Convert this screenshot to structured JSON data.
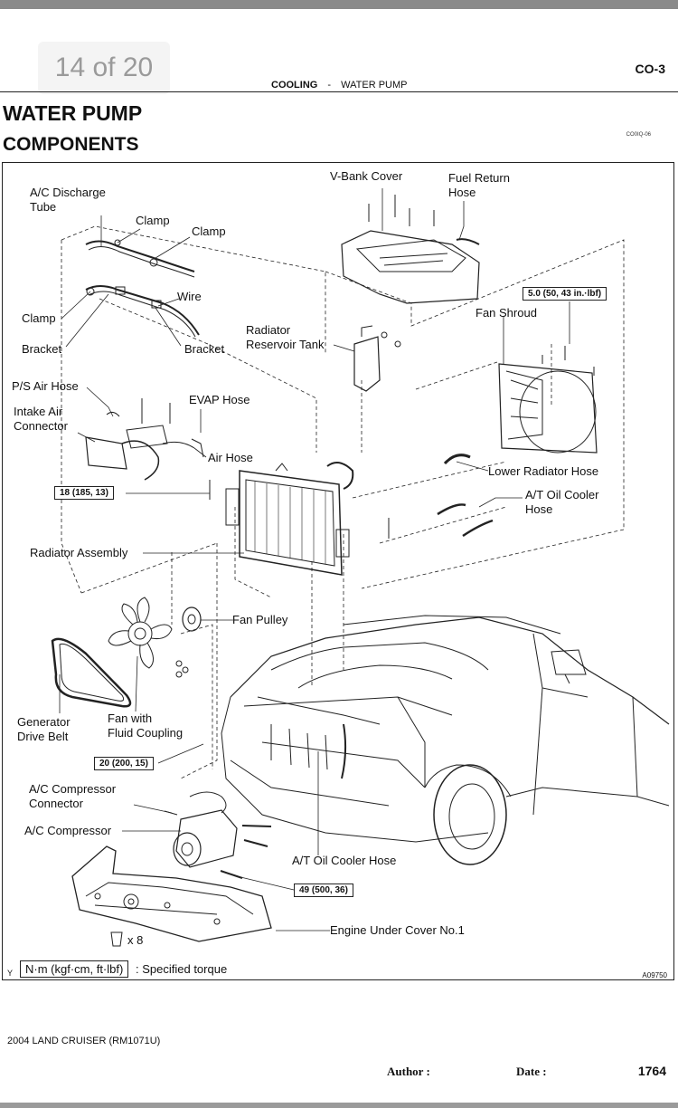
{
  "viewer": {
    "page_counter": "14 of 20"
  },
  "header": {
    "page_id": "CO-3",
    "section": "COOLING",
    "separator": "-",
    "subsection": "WATER PUMP"
  },
  "title": {
    "main": "WATER PUMP",
    "sub": "COMPONENTS",
    "ref_code": "CO0IQ-06"
  },
  "labels": {
    "ac_discharge_tube": "A/C Discharge\nTube",
    "clamp_1": "Clamp",
    "clamp_2": "Clamp",
    "clamp_3": "Clamp",
    "wire": "Wire",
    "bracket_1": "Bracket",
    "bracket_2": "Bracket",
    "v_bank_cover": "V-Bank  Cover",
    "fuel_return_hose": "Fuel Return\nHose",
    "radiator_reservoir_tank": "Radiator\nReservoir Tank",
    "fan_shroud": "Fan Shroud",
    "ps_air_hose": "P/S Air Hose",
    "intake_air_connector": "Intake Air\nConnector",
    "evap_hose": "EVAP Hose",
    "air_hose": "Air Hose",
    "lower_radiator_hose": "Lower Radiator Hose",
    "at_oil_cooler_hose_1": "A/T Oil Cooler\nHose",
    "radiator_assembly": "Radiator Assembly",
    "fan_pulley": "Fan Pulley",
    "generator_drive_belt": "Generator\nDrive Belt",
    "fan_with_fluid_coupling": "Fan with\nFluid Coupling",
    "ac_compressor_connector": "A/C Compressor\nConnector",
    "ac_compressor": "A/C Compressor",
    "at_oil_cooler_hose_2": "A/T Oil Cooler Hose",
    "engine_under_cover": "Engine Under Cover No.1",
    "bolt_count": "x 8"
  },
  "torques": {
    "shroud": "5.0 (50, 43 in.·lbf)",
    "radiator": "18 (185, 13)",
    "fan": "20 (200, 15)",
    "compressor": "49 (500, 36)"
  },
  "legend": {
    "unit": "N·m (kgf·cm, ft·lbf)",
    "text": ": Specified torque"
  },
  "figure": {
    "code": "A09750",
    "corner_mark": "Y"
  },
  "footer": {
    "model": "2004 LAND CRUISER   (RM1071U)",
    "author_label": "Author :",
    "date_label": "Date :",
    "page_number": "1764"
  }
}
